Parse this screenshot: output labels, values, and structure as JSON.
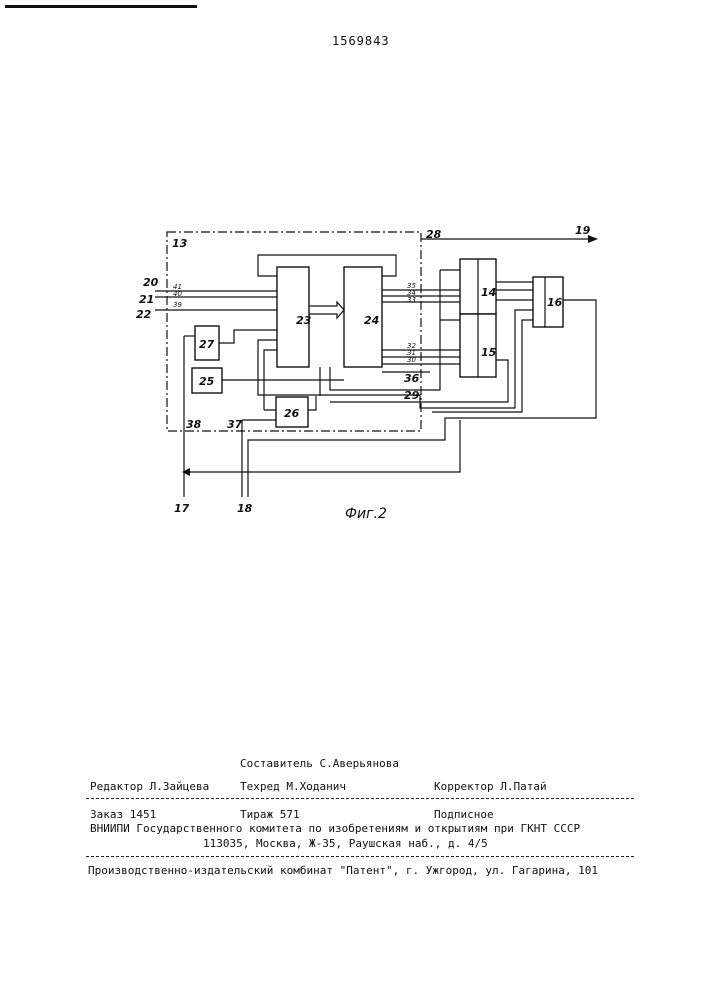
{
  "header": {
    "patent_number": "1569843"
  },
  "figure": {
    "caption": "Фиг.2",
    "block_labels": [
      "23",
      "24",
      "14",
      "15",
      "16",
      "25",
      "26",
      "27"
    ],
    "line_labels": [
      "13",
      "28",
      "19",
      "20",
      "21",
      "22",
      "41",
      "40",
      "39",
      "35",
      "34",
      "33",
      "32",
      "31",
      "30",
      "36",
      "29",
      "38",
      "37",
      "17",
      "18"
    ]
  },
  "footer": {
    "compiler": "Составитель С.Аверьянова",
    "editor": "Редактор Л.Зайцева",
    "techred": "Техред М.Ходанич",
    "corrector": "Корректор Л.Патай",
    "order": "Заказ 1451",
    "circulation": "Тираж 571",
    "subscription": "Подписное",
    "institute": "ВНИИПИ Государственного комитета по изобретениям и открытиям при ГКНТ СССР",
    "address": "113035, Москва, Ж-35, Раушская наб., д. 4/5",
    "publisher": "Производственно-издательский комбинат \"Патент\", г. Ужгород, ул. Гагарина, 101"
  }
}
